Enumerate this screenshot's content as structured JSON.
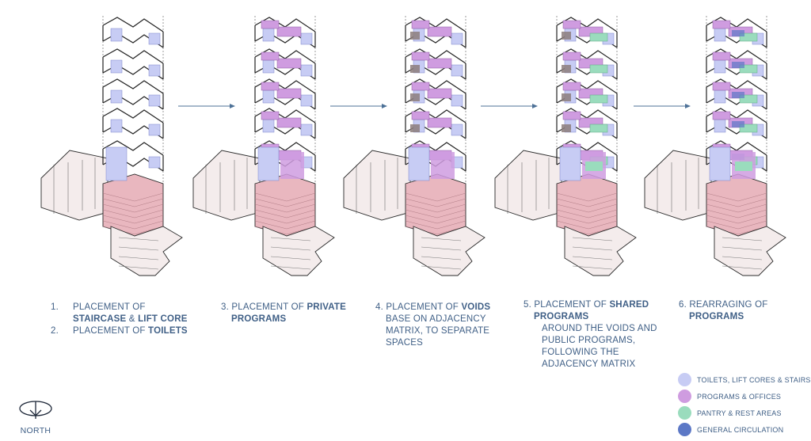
{
  "colors": {
    "toilets": "#c7ccf4",
    "programs": "#cf9ce0",
    "pantry": "#9adcbd",
    "circulation": "#5c78c6",
    "base_red": "#e9b7bf",
    "base_grey": "#f4ecec",
    "void": "#8c7d7b",
    "text": "#3f5f86"
  },
  "captions": [
    {
      "lines": [
        {
          "num": "1.",
          "text": "PLACEMENT OF"
        },
        {
          "num": "",
          "pre": "",
          "bold": "STAIRCASE",
          "mid": " & ",
          "bold2": "LIFT CORE"
        },
        {
          "num": "2.",
          "pre": "PLACEMENT OF ",
          "bold": "TOILETS"
        }
      ]
    },
    {
      "lines": [
        {
          "pre": "3. PLACEMENT OF ",
          "bold": "PRIVATE"
        },
        {
          "pre": "",
          "bold": "PROGRAMS"
        }
      ]
    },
    {
      "lines": [
        {
          "pre": "4. PLACEMENT OF ",
          "bold": "VOIDS"
        },
        {
          "pre": "BASE ON ADJACENCY"
        },
        {
          "pre": "MATRIX, TO SEPARATE"
        },
        {
          "pre": "SPACES"
        }
      ]
    },
    {
      "lines": [
        {
          "pre": "5. PLACEMENT OF ",
          "bold": "SHARED"
        },
        {
          "pre": "",
          "bold": "PROGRAMS"
        },
        {
          "pre": "AROUND THE VOIDS AND"
        },
        {
          "pre": "PUBLIC PROGRAMS,"
        },
        {
          "pre": "FOLLOWING THE"
        },
        {
          "pre": "ADJACENCY MATRIX"
        }
      ]
    },
    {
      "lines": [
        {
          "pre": "6. REARRAGING OF"
        },
        {
          "pre": "",
          "bold": "PROGRAMS"
        }
      ]
    }
  ],
  "legend": [
    {
      "label": "TOILETS, LIFT CORES & STAIRS",
      "color": "#c7ccf4"
    },
    {
      "label": "PROGRAMS & OFFICES",
      "color": "#cf9ce0"
    },
    {
      "label": "PANTRY & REST AREAS",
      "color": "#9adcbd"
    },
    {
      "label": "GENERAL CIRCULATION",
      "color": "#5c78c6"
    }
  ],
  "north": {
    "label": "NORTH"
  },
  "stages": [
    {
      "fills": [
        "toilets"
      ]
    },
    {
      "fills": [
        "toilets",
        "programs"
      ]
    },
    {
      "fills": [
        "toilets",
        "programs",
        "void"
      ]
    },
    {
      "fills": [
        "toilets",
        "programs",
        "void",
        "pantry"
      ]
    },
    {
      "fills": [
        "toilets",
        "programs",
        "pantry",
        "circulation"
      ]
    }
  ]
}
